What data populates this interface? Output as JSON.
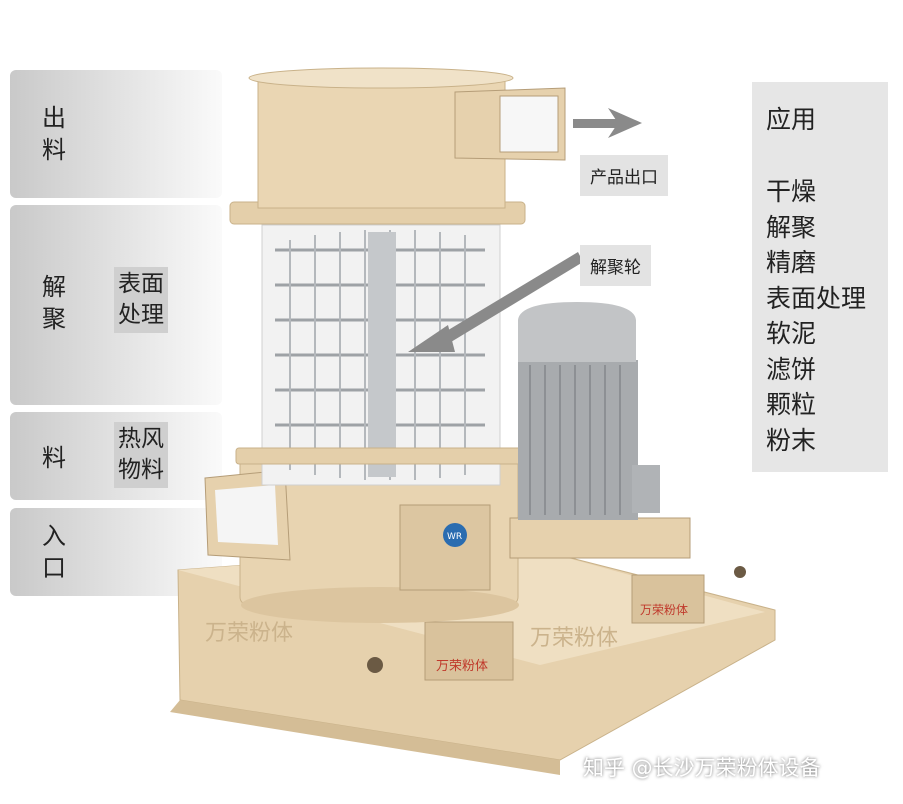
{
  "left_panels": [
    {
      "label": "出料",
      "tag": ""
    },
    {
      "label": "解聚",
      "tag_lines": [
        "表面",
        "处理"
      ]
    },
    {
      "label": "料",
      "tag_lines": [
        "热风",
        "物料"
      ]
    },
    {
      "label": "入口",
      "tag": ""
    }
  ],
  "callouts": {
    "product_outlet": "产品出口",
    "deagglomeration_wheel": "解聚轮"
  },
  "applications": {
    "title": "应用",
    "items": [
      "干燥",
      "解聚",
      "精磨",
      "表面处理",
      "软泥",
      "滤饼",
      "颗粒",
      "粉末"
    ]
  },
  "logos": {
    "brand": "万荣粉体",
    "emblem": "WR"
  },
  "watermark": "知乎 @长沙万荣粉体设备",
  "colors": {
    "machine_body": "#e9d6b4",
    "panel": "#d8d8d8",
    "arrow": "#8a8a8a",
    "cage": "#b9bcc0",
    "motor": "#a8abae"
  }
}
